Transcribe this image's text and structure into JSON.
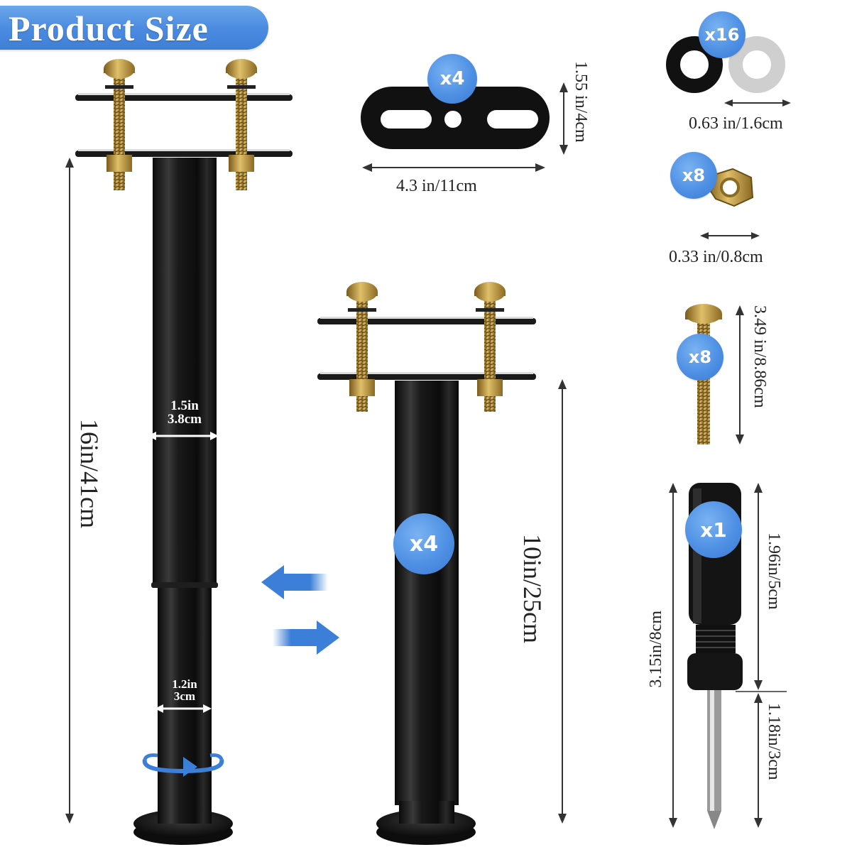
{
  "header": {
    "title": "Product Size"
  },
  "colors": {
    "accent": "#4a8ae0",
    "badge_text": "#ffffff",
    "dimension_text": "#222222",
    "metal": "#111111",
    "brass": "#b8902f"
  },
  "long_leg": {
    "height_label": "16in/41cm",
    "upper_diameter": {
      "inches": "1.5in",
      "cm": "3.8cm"
    },
    "lower_diameter": {
      "inches": "1.2in",
      "cm": "3cm"
    },
    "rotate_icon": "rotate-arrow-icon"
  },
  "short_leg": {
    "height_label": "10in/25cm",
    "quantity": "x4"
  },
  "adjust_arrows": {
    "left_icon": "arrow-left-icon",
    "right_icon": "arrow-right-icon"
  },
  "plate": {
    "quantity": "x4",
    "width_label": "4.3 in/11cm",
    "height_label": "1.55 in/4cm"
  },
  "washers": {
    "quantity": "x16",
    "diameter_label": "0.63 in/1.6cm"
  },
  "nuts": {
    "quantity": "x8",
    "diameter_label": "0.33 in/0.8cm"
  },
  "bolts": {
    "quantity": "x8",
    "length_label": "3.49 in/8.86cm"
  },
  "screwdriver": {
    "quantity": "x1",
    "total_length_label": "3.15in/8cm",
    "handle_length_label": "1.96in/5cm",
    "shaft_length_label": "1.18in/3cm"
  }
}
